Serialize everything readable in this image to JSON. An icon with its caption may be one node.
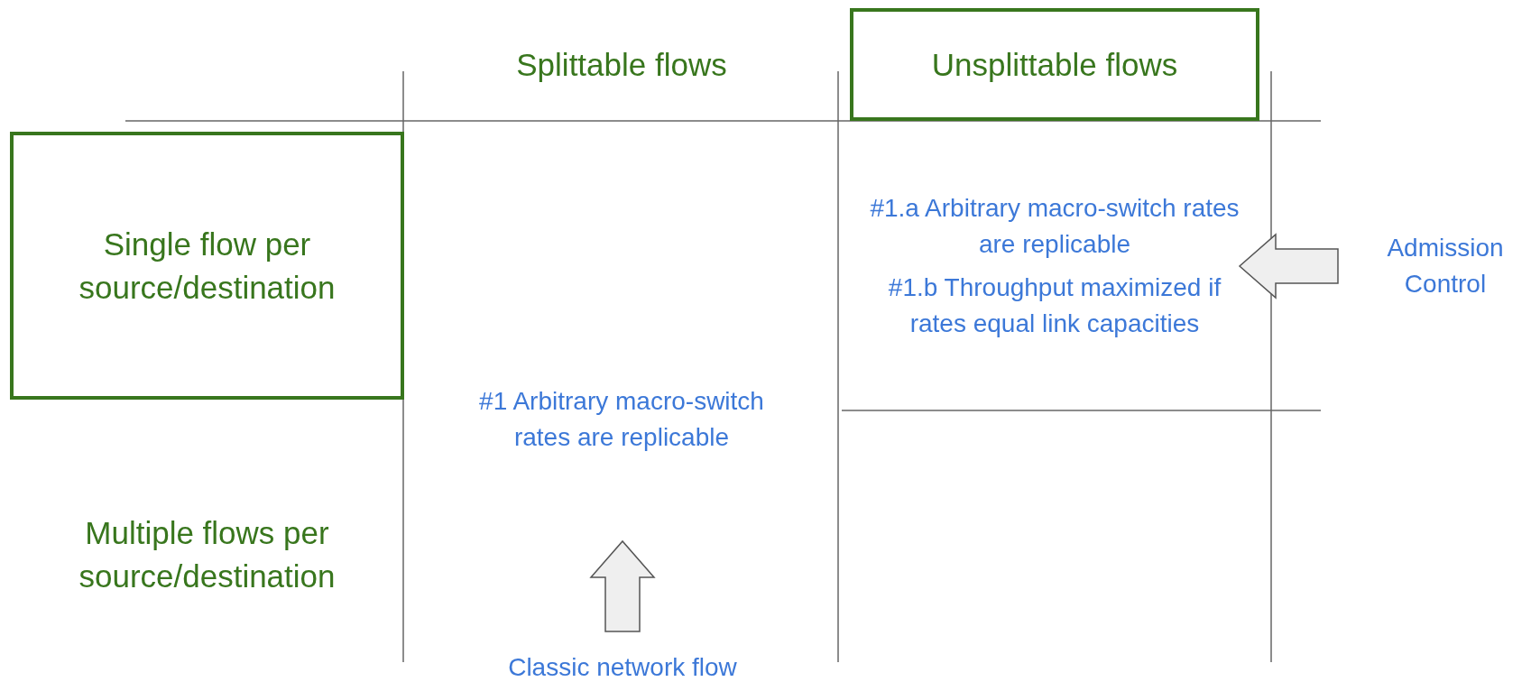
{
  "diagram": {
    "nodes": [
      {
        "text": [
          "Splittable flows"
        ]
      },
      {
        "text": [
          "Unsplittable flows"
        ]
      },
      {
        "text": [
          "Single flow per source/destination"
        ]
      },
      {
        "text": [
          "Multiple flows per source/destination"
        ]
      },
      {
        "text": [
          "#1 Arbitrary macro-switch rates are replicable"
        ]
      },
      {
        "text": [
          "#1.a Arbitrary macro-switch rates are replicable",
          "#1.b Throughput maximized if rates equal link capacities"
        ]
      },
      {
        "text": [
          "Classic network flow"
        ]
      },
      {
        "text": [
          "Admission Control"
        ]
      }
    ],
    "edges": [
      {
        "from": 6,
        "to": 4,
        "arrow": "to"
      },
      {
        "from": 7,
        "to": 5,
        "arrow": "to"
      }
    ]
  }
}
